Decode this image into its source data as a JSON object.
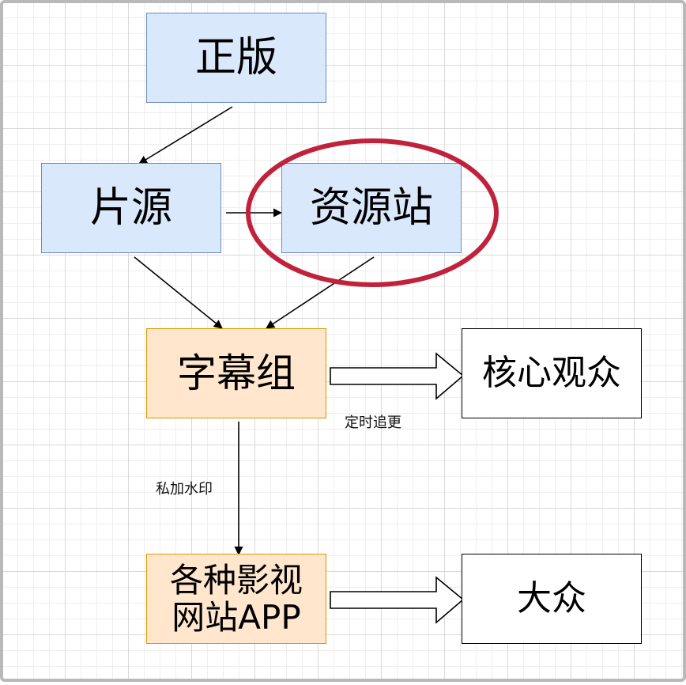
{
  "nodes": {
    "official": {
      "label": "正版"
    },
    "source": {
      "label": "片源"
    },
    "resource_site": {
      "label": "资源站"
    },
    "subtitle_group": {
      "label": "字幕组"
    },
    "core_audience": {
      "label": "核心观众"
    },
    "apps": {
      "line1": "各种影视",
      "line2": "网站APP"
    },
    "mass_audience": {
      "label": "大众"
    }
  },
  "edge_labels": {
    "scheduled_update": "定时追更",
    "watermark": "私加水印"
  },
  "colors": {
    "blue_fill": "#dae8fc",
    "blue_stroke": "#6c8ebf",
    "orange_fill": "#ffe6cc",
    "orange_stroke": "#d79b00",
    "highlight_ellipse": "#c0223c"
  }
}
